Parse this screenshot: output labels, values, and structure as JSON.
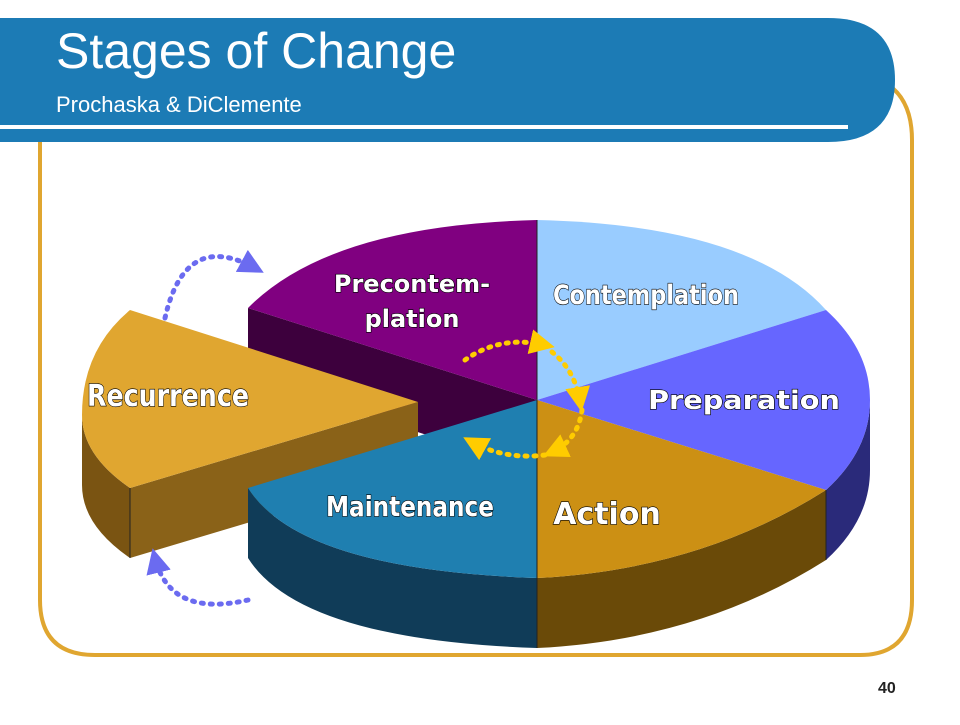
{
  "slide": {
    "title": "Stages of Change",
    "subtitle": "Prochaska & DiClemente",
    "page_number": "40"
  },
  "stages": {
    "precontemplation_line1": "Precontem-",
    "precontemplation_line2": "plation",
    "contemplation": "Contemplation",
    "preparation": "Preparation",
    "action": "Action",
    "maintenance": "Maintenance",
    "recurrence": "Recurrence"
  },
  "colors": {
    "header": "#1c7bb5",
    "frame": "#e0a630",
    "precontemplation": "#800080",
    "contemplation": "#99ccff",
    "preparation": "#6666ff",
    "action": "#cc9014",
    "maintenance": "#1f7fb0",
    "recurrence": "#e0a630",
    "cycle_arrows": "#ffcc00",
    "exit_arrows": "#6b6bf0"
  }
}
